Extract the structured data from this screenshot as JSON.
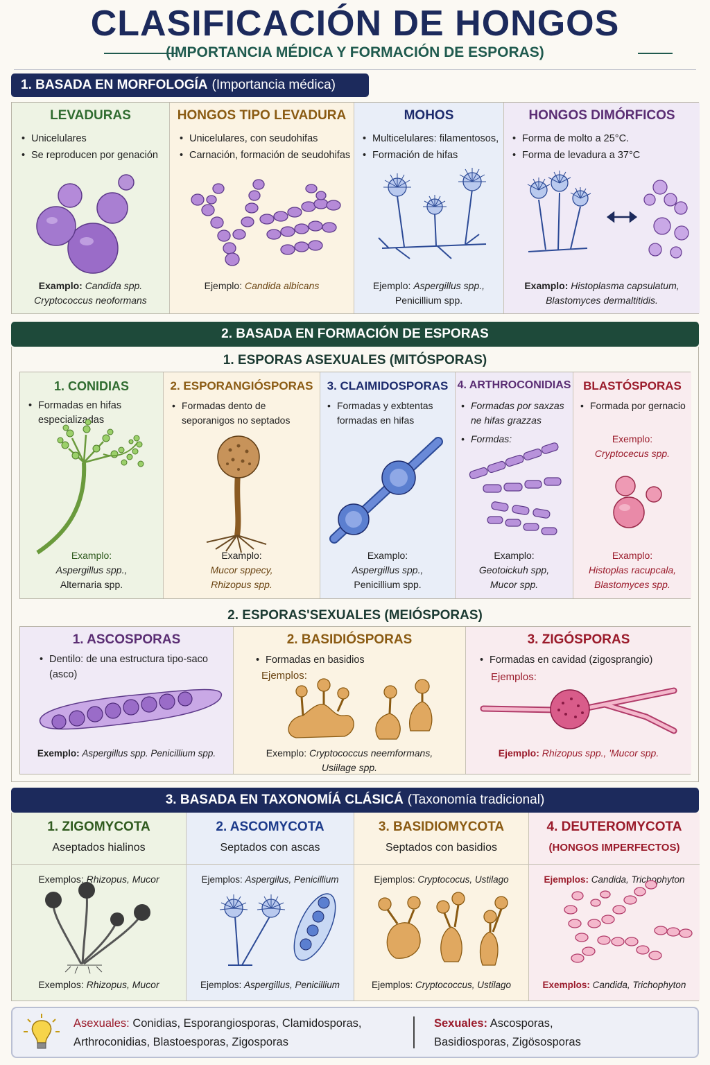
{
  "header": {
    "title": "CLASIFICACIÓN DE HONGOS",
    "subtitle": "(IMPORTANCIA MÉDICA Y FORMACIÓN DE ESPORAS)"
  },
  "section1": {
    "banner": "1. BASADA EN MORFOLOGÍA",
    "banner_note": "(Importancia médica)",
    "cards": [
      {
        "title": "LEVADURAS",
        "bullets": [
          "Unicelulares",
          "Se reproducen por genación"
        ],
        "example_label": "Examplo:",
        "example_lines": [
          "Candida spp.",
          "Cryptococcus neoformans"
        ]
      },
      {
        "title": "HONGOS TIPO LEVADURA",
        "bullets": [
          "Unicelulares, con seudohifas",
          "Carnación, formación de seudohifas"
        ],
        "example_label": "Ejemplo:",
        "example_lines": [
          "Candida albicans"
        ]
      },
      {
        "title": "MOHOS",
        "bullets": [
          "Multicelulares: filamentosos,",
          "Formación de hifas"
        ],
        "example_label": "Ejemplo:",
        "example_lines": [
          "Aspergillus spp.,",
          "Penicillium spp."
        ]
      },
      {
        "title": "HONGOS DIMÓRFICOS",
        "bullets": [
          "Forma de molto a 25°C.",
          "Forma de levadura a 37°C"
        ],
        "example_label": "Examplo:",
        "example_lines": [
          "Histoplasma capsulatum,",
          "Blastomyces dermaltitidis."
        ]
      }
    ]
  },
  "section2": {
    "banner": "2. BASADA EN FORMACIÓN DE ESPORAS",
    "asexual_title": "1. ESPORAS ASEXUALES (MITÓSPORAS)",
    "asexual": [
      {
        "title": "1. CONIDIAS",
        "bullets": [
          "Formadas en hifas especializadas"
        ],
        "example_label": "Examplo:",
        "example_lines": [
          "Aspergillus spp.,",
          "Alternaria spp."
        ]
      },
      {
        "title": "2. ESPORANGIÓSPORAS",
        "bullets": [
          "Formadas dento de seporanigos no septados"
        ],
        "example_label": "Examplo:",
        "example_lines": [
          "Mucor sppecy,",
          "Rhizopus spp."
        ]
      },
      {
        "title": "3. CLAIMIDOSPORAS",
        "bullets": [
          "Formadas y exbtentas formadas en hifas"
        ],
        "example_label": "Examplo:",
        "example_lines": [
          "Aspergillus spp.,",
          "Penicillium spp."
        ]
      },
      {
        "title": "4. ARTHROCONIDIAS",
        "bullets": [
          "Formadas por saxzas ne hifas grazzas",
          "Formdas:"
        ],
        "example_label": "Examplo:",
        "example_lines": [
          "Geotoickuh spp,",
          "Mucor spp."
        ]
      },
      {
        "title": "BLASTÓSPORAS",
        "bullets": [
          "Formada por gernacio"
        ],
        "example_label": "Exemplo:",
        "example_lines": [
          "Cryptocecus spp."
        ],
        "example2_label": "Examplo:",
        "example2_lines": [
          "Histoplas racupcala,",
          "Blastomyces spp."
        ]
      }
    ],
    "sexual_title": "2. ESPORAS'SEXUALES (MEIÓSPORAS)",
    "sexual": [
      {
        "title": "1. ASCOSPORAS",
        "bullets": [
          "Dentilo: de una estructura tipo-saco (asco)"
        ],
        "example_label": "Exemplo:",
        "example_lines": [
          "Aspergillus spp. Penicillium spp."
        ]
      },
      {
        "title": "2. BASIDIÓSPORAS",
        "bullets": [
          "Formadas en basidios"
        ],
        "pre_label": "Ejemplos:",
        "example_label": "Exemplo:",
        "example_lines": [
          "Cryptococcus neemformans,",
          "Usiilage spp."
        ]
      },
      {
        "title": "3. ZIGÓSPORAS",
        "bullets": [
          "Formadas en cavidad (zigosprangio)"
        ],
        "pre_label": "Ejemplos:",
        "example_label": "Ejemplo:",
        "example_lines": [
          "Rhizopus spp., 'Mucor spp."
        ]
      }
    ]
  },
  "section3": {
    "banner": "3. BASADA EN TAXONOMÍÁ CLÁSICÁ",
    "banner_note": "(Taxonomía tradicional)",
    "groups": [
      {
        "title": "1. ZIGOMYCOTA",
        "desc": "Aseptados hialinos",
        "top_label": "Exemplos:",
        "top_example": "Rhizopus, Mucor",
        "bottom_label": "Exemplos:",
        "bottom_example": "Rhizopus, Mucor"
      },
      {
        "title": "2. ASCOMYCOTA",
        "desc": "Septados con ascas",
        "top_label": "Ejemplos:",
        "top_example": "Aspergilus, Penicillium",
        "bottom_label": "Ejemplos:",
        "bottom_example": "Aspergillus, Penicillium"
      },
      {
        "title": "3. BASIDIOMYCOTA",
        "desc": "Septados con basidios",
        "top_label": "Ejemplos:",
        "top_example": "Cryptococus, Ustilago",
        "bottom_label": "Ejemplos:",
        "bottom_example": "Cryptococcus, Ustilago"
      },
      {
        "title": "4. DEUTEROMYCOTA",
        "desc": "(HONGOS IMPERFECTOS)",
        "top_label": "Ejemplos:",
        "top_example": "Candida, Trichophyton",
        "bottom_label": "Exemplos:",
        "bottom_example": "Candida, Trichophyton"
      }
    ]
  },
  "footer": {
    "asex_label": "Asexuales:",
    "asex_line1": "Conidias, Esporangiosporas,  Clamidosporas,",
    "asex_line2": "Arthroconidias, Blastoesporas, Zigosporas",
    "sex_label": "Sexuales:",
    "sex_line1": "Ascosporas,",
    "sex_line2": "Basidiosporas, Zigösosporas"
  },
  "icons": [
    "lightbulb-icon",
    "yeast-cells-icon",
    "pseudohyphae-icon",
    "mold-icon",
    "dimorphic-arrow-icon",
    "conidia-icon",
    "sporangium-icon",
    "chlamydospore-icon",
    "arthroconidia-icon",
    "blastospore-icon",
    "ascus-icon",
    "basidium-icon",
    "zygospore-icon"
  ],
  "colors": {
    "navy": "#1c2a5c",
    "green": "#1e4a3a",
    "levaduras": "#2f6b2f",
    "tipo": "#8a5a12",
    "mohos": "#1c2a6c",
    "dimorficos": "#5a2d73",
    "red": "#9a1a2a"
  }
}
